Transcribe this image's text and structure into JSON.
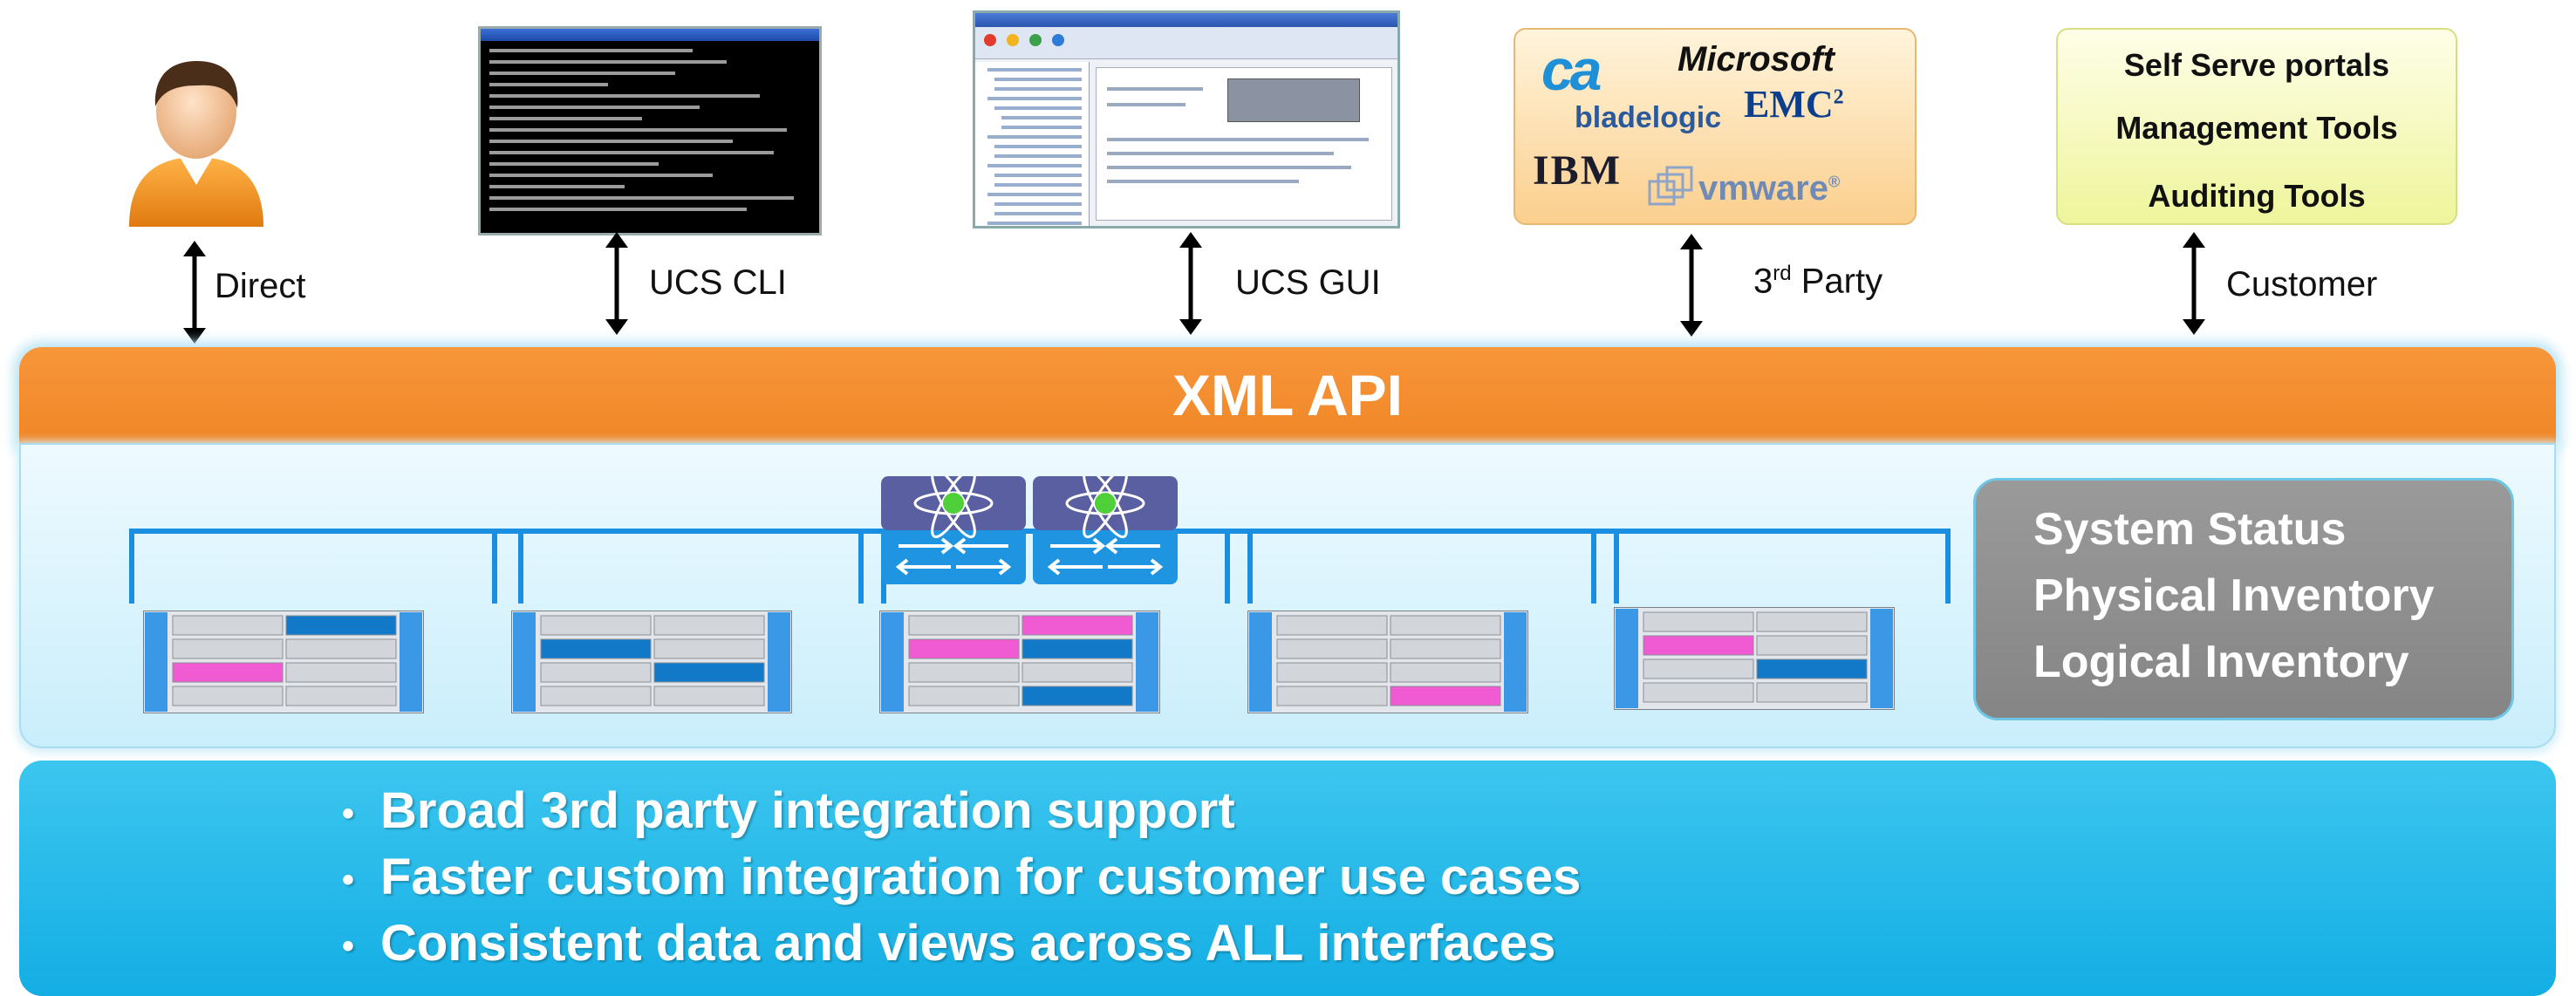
{
  "sources": {
    "vendor_logos": [
      "ca",
      "Microsoft",
      "bladelogic",
      "EMC",
      "IBM",
      "vmware"
    ],
    "emc_superscript": "2",
    "vmware_mark": "®",
    "customer_items": [
      "Self Serve portals",
      "Management Tools",
      "Auditing Tools"
    ]
  },
  "connections": {
    "direct": "Direct",
    "cli": "UCS CLI",
    "gui": "UCS GUI",
    "third_party_prefix": "3",
    "third_party_sup": "rd",
    "third_party_suffix": " Party",
    "customer": "Customer"
  },
  "api": {
    "title": "XML API"
  },
  "status_panel": {
    "items": [
      "System Status",
      "Physical Inventory",
      "Logical Inventory"
    ]
  },
  "benefits": {
    "items": [
      "Broad 3rd party integration support",
      "Faster custom integration for customer use cases",
      "Consistent data and views across ALL interfaces"
    ]
  },
  "colors": {
    "api_bar": "#f08626",
    "infra_bg": "#c9eefb",
    "bus_line": "#1a8fe2",
    "blade_blue": "#1279c8",
    "blade_pink": "#f05ad2",
    "status_panel": "#8a8a8a",
    "benefits_bg": "#14aee4",
    "vendor_box": "#fbcf8e",
    "customer_box": "#eef59b"
  }
}
